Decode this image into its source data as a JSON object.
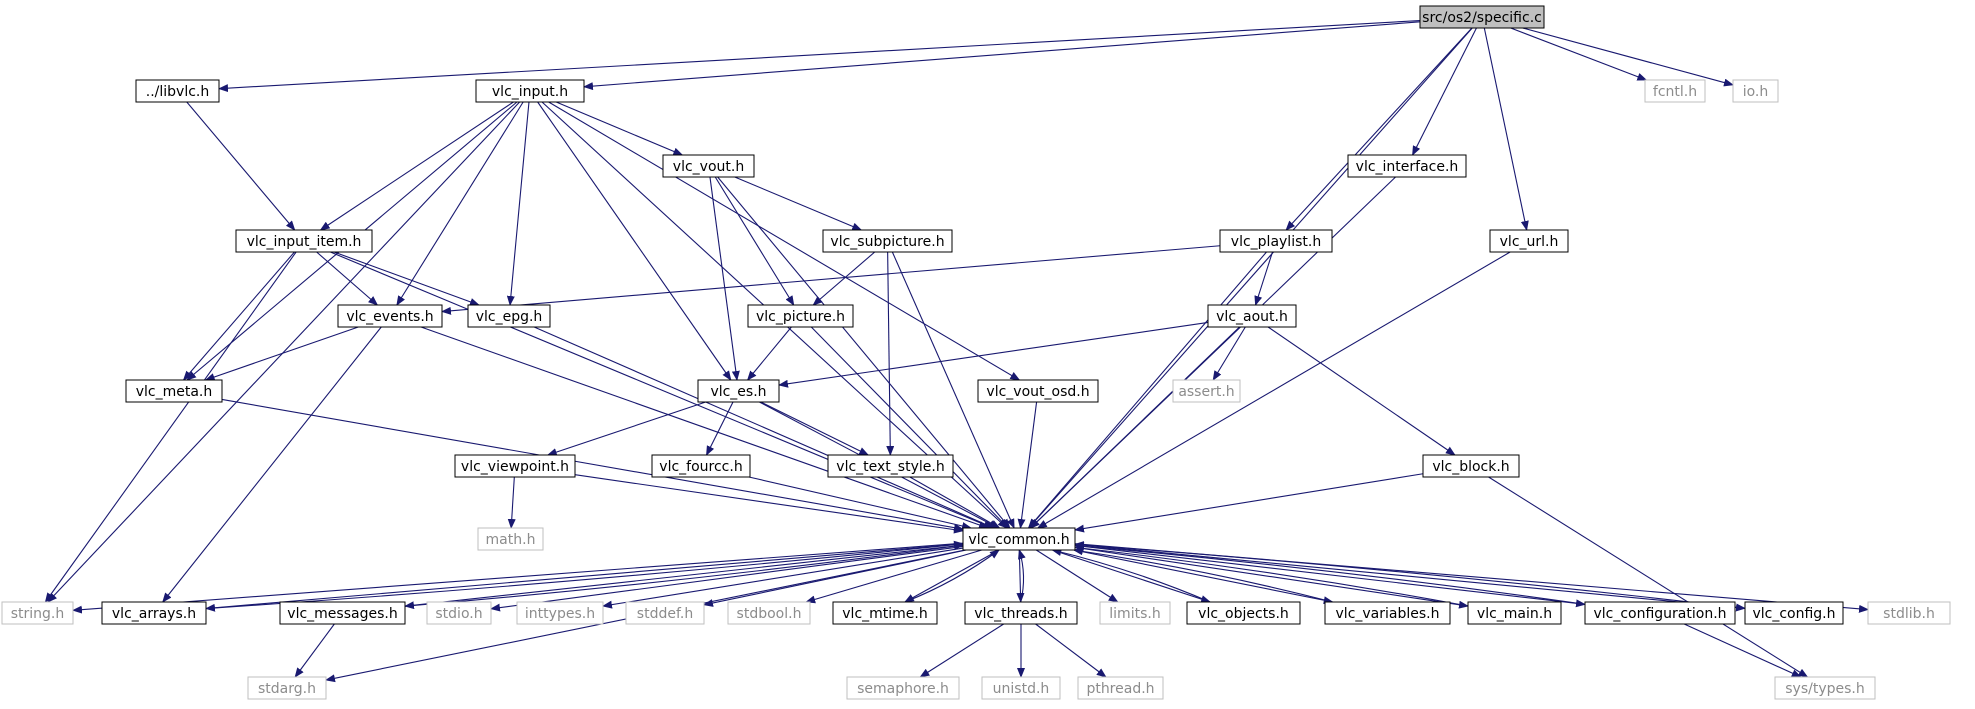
{
  "colors": {
    "edge": "#191970",
    "node_border": "#000000",
    "node_text": "#000000",
    "external_border": "#bfbfbf",
    "external_text": "#8c8c8c",
    "root_fill": "#bfbfbf",
    "background": "#ffffff"
  },
  "nodes": [
    {
      "id": "specific_c",
      "label": "src/os2/specific.c",
      "kind": "root"
    },
    {
      "id": "libvlc_h",
      "label": "../libvlc.h",
      "kind": "documented"
    },
    {
      "id": "vlc_input_h",
      "label": "vlc_input.h",
      "kind": "documented"
    },
    {
      "id": "fcntl_h",
      "label": "fcntl.h",
      "kind": "external"
    },
    {
      "id": "io_h",
      "label": "io.h",
      "kind": "external"
    },
    {
      "id": "vlc_vout_h",
      "label": "vlc_vout.h",
      "kind": "documented"
    },
    {
      "id": "vlc_interface_h",
      "label": "vlc_interface.h",
      "kind": "documented"
    },
    {
      "id": "vlc_input_item_h",
      "label": "vlc_input_item.h",
      "kind": "documented"
    },
    {
      "id": "vlc_subpicture_h",
      "label": "vlc_subpicture.h",
      "kind": "documented"
    },
    {
      "id": "vlc_playlist_h",
      "label": "vlc_playlist.h",
      "kind": "documented"
    },
    {
      "id": "vlc_url_h",
      "label": "vlc_url.h",
      "kind": "documented"
    },
    {
      "id": "vlc_events_h",
      "label": "vlc_events.h",
      "kind": "documented"
    },
    {
      "id": "vlc_epg_h",
      "label": "vlc_epg.h",
      "kind": "documented"
    },
    {
      "id": "vlc_picture_h",
      "label": "vlc_picture.h",
      "kind": "documented"
    },
    {
      "id": "vlc_aout_h",
      "label": "vlc_aout.h",
      "kind": "documented"
    },
    {
      "id": "vlc_meta_h",
      "label": "vlc_meta.h",
      "kind": "documented"
    },
    {
      "id": "vlc_es_h",
      "label": "vlc_es.h",
      "kind": "documented"
    },
    {
      "id": "vlc_vout_osd_h",
      "label": "vlc_vout_osd.h",
      "kind": "documented"
    },
    {
      "id": "assert_h",
      "label": "assert.h",
      "kind": "external"
    },
    {
      "id": "vlc_viewpoint_h",
      "label": "vlc_viewpoint.h",
      "kind": "documented"
    },
    {
      "id": "vlc_fourcc_h",
      "label": "vlc_fourcc.h",
      "kind": "documented"
    },
    {
      "id": "vlc_text_style_h",
      "label": "vlc_text_style.h",
      "kind": "documented"
    },
    {
      "id": "vlc_block_h",
      "label": "vlc_block.h",
      "kind": "documented"
    },
    {
      "id": "math_h",
      "label": "math.h",
      "kind": "external"
    },
    {
      "id": "vlc_common_h",
      "label": "vlc_common.h",
      "kind": "documented"
    },
    {
      "id": "string_h",
      "label": "string.h",
      "kind": "external"
    },
    {
      "id": "vlc_arrays_h",
      "label": "vlc_arrays.h",
      "kind": "documented"
    },
    {
      "id": "vlc_messages_h",
      "label": "vlc_messages.h",
      "kind": "documented"
    },
    {
      "id": "stdio_h",
      "label": "stdio.h",
      "kind": "external"
    },
    {
      "id": "inttypes_h",
      "label": "inttypes.h",
      "kind": "external"
    },
    {
      "id": "stddef_h",
      "label": "stddef.h",
      "kind": "external"
    },
    {
      "id": "stdbool_h",
      "label": "stdbool.h",
      "kind": "external"
    },
    {
      "id": "vlc_mtime_h",
      "label": "vlc_mtime.h",
      "kind": "documented"
    },
    {
      "id": "vlc_threads_h",
      "label": "vlc_threads.h",
      "kind": "documented"
    },
    {
      "id": "limits_h",
      "label": "limits.h",
      "kind": "external"
    },
    {
      "id": "vlc_objects_h",
      "label": "vlc_objects.h",
      "kind": "documented"
    },
    {
      "id": "vlc_variables_h",
      "label": "vlc_variables.h",
      "kind": "documented"
    },
    {
      "id": "vlc_main_h",
      "label": "vlc_main.h",
      "kind": "documented"
    },
    {
      "id": "vlc_configuration_h",
      "label": "vlc_configuration.h",
      "kind": "documented"
    },
    {
      "id": "vlc_config_h",
      "label": "vlc_config.h",
      "kind": "documented"
    },
    {
      "id": "stdlib_h",
      "label": "stdlib.h",
      "kind": "external"
    },
    {
      "id": "stdarg_h",
      "label": "stdarg.h",
      "kind": "external"
    },
    {
      "id": "semaphore_h",
      "label": "semaphore.h",
      "kind": "external"
    },
    {
      "id": "unistd_h",
      "label": "unistd.h",
      "kind": "external"
    },
    {
      "id": "pthread_h",
      "label": "pthread.h",
      "kind": "external"
    },
    {
      "id": "sys_types_h",
      "label": "sys/types.h",
      "kind": "external"
    }
  ],
  "edges": [
    {
      "from": "specific_c",
      "to": "libvlc_h"
    },
    {
      "from": "specific_c",
      "to": "vlc_input_h"
    },
    {
      "from": "specific_c",
      "to": "fcntl_h"
    },
    {
      "from": "specific_c",
      "to": "io_h"
    },
    {
      "from": "specific_c",
      "to": "vlc_interface_h"
    },
    {
      "from": "specific_c",
      "to": "vlc_playlist_h"
    },
    {
      "from": "specific_c",
      "to": "vlc_url_h"
    },
    {
      "from": "specific_c",
      "to": "vlc_common_h"
    },
    {
      "from": "libvlc_h",
      "to": "vlc_input_item_h"
    },
    {
      "from": "vlc_input_h",
      "to": "string_h"
    },
    {
      "from": "vlc_input_h",
      "to": "vlc_input_item_h"
    },
    {
      "from": "vlc_input_h",
      "to": "vlc_meta_h"
    },
    {
      "from": "vlc_input_h",
      "to": "vlc_events_h"
    },
    {
      "from": "vlc_input_h",
      "to": "vlc_epg_h"
    },
    {
      "from": "vlc_input_h",
      "to": "vlc_es_h"
    },
    {
      "from": "vlc_input_h",
      "to": "vlc_vout_h"
    },
    {
      "from": "vlc_input_h",
      "to": "vlc_vout_osd_h"
    },
    {
      "from": "vlc_input_h",
      "to": "vlc_common_h"
    },
    {
      "from": "vlc_vout_h",
      "to": "vlc_subpicture_h"
    },
    {
      "from": "vlc_vout_h",
      "to": "vlc_picture_h"
    },
    {
      "from": "vlc_vout_h",
      "to": "vlc_es_h"
    },
    {
      "from": "vlc_vout_h",
      "to": "vlc_common_h"
    },
    {
      "from": "vlc_input_item_h",
      "to": "string_h"
    },
    {
      "from": "vlc_input_item_h",
      "to": "vlc_meta_h"
    },
    {
      "from": "vlc_input_item_h",
      "to": "vlc_events_h"
    },
    {
      "from": "vlc_input_item_h",
      "to": "vlc_epg_h"
    },
    {
      "from": "vlc_input_item_h",
      "to": "vlc_common_h"
    },
    {
      "from": "vlc_subpicture_h",
      "to": "vlc_picture_h"
    },
    {
      "from": "vlc_subpicture_h",
      "to": "vlc_text_style_h"
    },
    {
      "from": "vlc_subpicture_h",
      "to": "vlc_common_h"
    },
    {
      "from": "vlc_interface_h",
      "to": "vlc_common_h"
    },
    {
      "from": "vlc_playlist_h",
      "to": "vlc_events_h"
    },
    {
      "from": "vlc_playlist_h",
      "to": "vlc_aout_h"
    },
    {
      "from": "vlc_playlist_h",
      "to": "vlc_common_h"
    },
    {
      "from": "vlc_url_h",
      "to": "vlc_common_h"
    },
    {
      "from": "vlc_events_h",
      "to": "vlc_meta_h"
    },
    {
      "from": "vlc_events_h",
      "to": "vlc_arrays_h"
    },
    {
      "from": "vlc_events_h",
      "to": "vlc_common_h"
    },
    {
      "from": "vlc_epg_h",
      "to": "vlc_common_h"
    },
    {
      "from": "vlc_picture_h",
      "to": "vlc_es_h"
    },
    {
      "from": "vlc_picture_h",
      "to": "vlc_common_h"
    },
    {
      "from": "vlc_aout_h",
      "to": "vlc_es_h"
    },
    {
      "from": "vlc_aout_h",
      "to": "assert_h"
    },
    {
      "from": "vlc_aout_h",
      "to": "vlc_block_h"
    },
    {
      "from": "vlc_aout_h",
      "to": "vlc_common_h"
    },
    {
      "from": "vlc_meta_h",
      "to": "vlc_common_h"
    },
    {
      "from": "vlc_es_h",
      "to": "vlc_viewpoint_h"
    },
    {
      "from": "vlc_es_h",
      "to": "vlc_fourcc_h"
    },
    {
      "from": "vlc_es_h",
      "to": "vlc_text_style_h"
    },
    {
      "from": "vlc_es_h",
      "to": "vlc_common_h"
    },
    {
      "from": "vlc_vout_osd_h",
      "to": "vlc_common_h"
    },
    {
      "from": "vlc_viewpoint_h",
      "to": "math_h"
    },
    {
      "from": "vlc_viewpoint_h",
      "to": "vlc_common_h"
    },
    {
      "from": "vlc_fourcc_h",
      "to": "vlc_common_h"
    },
    {
      "from": "vlc_text_style_h",
      "to": "vlc_common_h"
    },
    {
      "from": "vlc_block_h",
      "to": "vlc_common_h"
    },
    {
      "from": "vlc_block_h",
      "to": "sys_types_h"
    },
    {
      "from": "vlc_common_h",
      "to": "string_h"
    },
    {
      "from": "vlc_common_h",
      "to": "vlc_arrays_h"
    },
    {
      "from": "vlc_common_h",
      "to": "stdarg_h"
    },
    {
      "from": "vlc_common_h",
      "to": "vlc_messages_h"
    },
    {
      "from": "vlc_common_h",
      "to": "stdio_h"
    },
    {
      "from": "vlc_common_h",
      "to": "inttypes_h"
    },
    {
      "from": "vlc_common_h",
      "to": "stddef_h"
    },
    {
      "from": "vlc_common_h",
      "to": "stdbool_h"
    },
    {
      "from": "vlc_common_h",
      "to": "vlc_mtime_h"
    },
    {
      "from": "vlc_common_h",
      "to": "vlc_threads_h"
    },
    {
      "from": "vlc_common_h",
      "to": "limits_h"
    },
    {
      "from": "vlc_common_h",
      "to": "vlc_objects_h"
    },
    {
      "from": "vlc_common_h",
      "to": "vlc_variables_h"
    },
    {
      "from": "vlc_common_h",
      "to": "vlc_main_h"
    },
    {
      "from": "vlc_common_h",
      "to": "vlc_configuration_h"
    },
    {
      "from": "vlc_common_h",
      "to": "vlc_config_h"
    },
    {
      "from": "vlc_common_h",
      "to": "stdlib_h"
    },
    {
      "from": "vlc_arrays_h",
      "to": "vlc_common_h"
    },
    {
      "from": "vlc_messages_h",
      "to": "stdarg_h"
    },
    {
      "from": "vlc_messages_h",
      "to": "vlc_common_h"
    },
    {
      "from": "vlc_mtime_h",
      "to": "vlc_common_h"
    },
    {
      "from": "vlc_threads_h",
      "to": "semaphore_h"
    },
    {
      "from": "vlc_threads_h",
      "to": "unistd_h"
    },
    {
      "from": "vlc_threads_h",
      "to": "pthread_h"
    },
    {
      "from": "vlc_threads_h",
      "to": "vlc_common_h"
    },
    {
      "from": "vlc_objects_h",
      "to": "vlc_common_h"
    },
    {
      "from": "vlc_variables_h",
      "to": "vlc_common_h"
    },
    {
      "from": "vlc_main_h",
      "to": "vlc_common_h"
    },
    {
      "from": "vlc_configuration_h",
      "to": "sys_types_h"
    },
    {
      "from": "vlc_configuration_h",
      "to": "vlc_common_h"
    },
    {
      "from": "vlc_config_h",
      "to": "vlc_common_h"
    }
  ]
}
